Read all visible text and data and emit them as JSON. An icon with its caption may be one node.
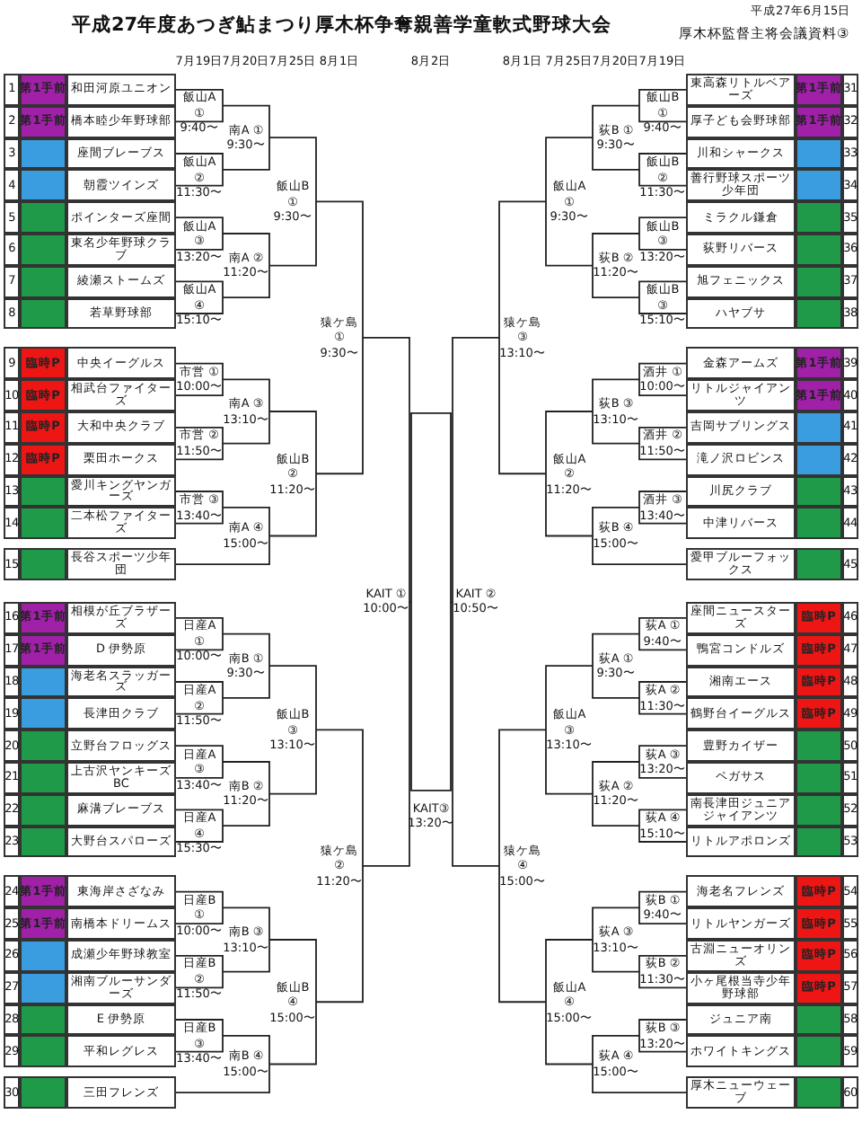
{
  "diagram": {
    "title": "平成27年度あつぎ鮎まつり厚木杯争奪親善学童軟式野球大会",
    "labels": [
      "平成27年6月15日",
      "厚木杯監督主将会議資料③",
      "7月19日",
      "7月20日",
      "7月25日",
      "8月1日",
      "8月2日",
      "8月1日",
      "7月25日",
      "7月20日",
      "7月19日",
      "1",
      "第1手前",
      "和田河原ユニオン",
      "2",
      "第1手前",
      "橋本睦少年野球部",
      "3",
      "座間ブレーブス",
      "4",
      "朝霞ツインズ",
      "5",
      "ポインターズ座間",
      "6",
      "東名少年野球クラブ",
      "7",
      "綾瀬ストームズ",
      "8",
      "若草野球部",
      "9",
      "臨時P",
      "中央イーグルス",
      "10",
      "臨時P",
      "相武台ファイターズ",
      "11",
      "臨時P",
      "大和中央クラブ",
      "12",
      "臨時P",
      "栗田ホークス",
      "13",
      "愛川キングヤンガーズ",
      "14",
      "二本松ファイターズ",
      "15",
      "長谷スポーツ少年団",
      "16",
      "第1手前",
      "相模が丘ブラザーズ",
      "17",
      "第1手前",
      "D 伊勢原",
      "18",
      "海老名スラッガーズ",
      "19",
      "長津田クラブ",
      "20",
      "立野台フロッグス",
      "21",
      "上古沢ヤンキーズBC",
      "22",
      "麻溝ブレーブス",
      "23",
      "大野台スパローズ",
      "24",
      "第1手前",
      "東海岸さざなみ",
      "25",
      "第1手前",
      "南橋本ドリームス",
      "26",
      "成瀬少年野球教室",
      "27",
      "湘南ブルーサンダーズ",
      "28",
      "E 伊勢原",
      "29",
      "平和レグレス",
      "30",
      "三田フレンズ",
      "東高森リトルベアーズ",
      "第1手前",
      "31",
      "厚子ども会野球部",
      "第1手前",
      "32",
      "川和シャークス",
      "33",
      "善行野球スポーツ少年団",
      "34",
      "ミラクル鎌倉",
      "35",
      "荻野リバース",
      "36",
      "旭フェニックス",
      "37",
      "ハヤブサ",
      "38",
      "金森アームズ",
      "第1手前",
      "39",
      "リトルジャイアンツ",
      "第1手前",
      "40",
      "吉岡サブリングス",
      "41",
      "滝ノ沢ロビンス",
      "42",
      "川尻クラブ",
      "43",
      "中津リバース",
      "44",
      "愛甲ブルーフォックス",
      "45",
      "座間ニュースターズ",
      "臨時P",
      "46",
      "鴨宮コンドルズ",
      "臨時P",
      "47",
      "湘南エース",
      "臨時P",
      "48",
      "鶴野台イーグルス",
      "臨時P",
      "49",
      "豊野カイザー",
      "50",
      "ペガサス",
      "51",
      "南長津田ジュニアジャイアンツ",
      "52",
      "リトルアポロンズ",
      "53",
      "海老名フレンズ",
      "臨時P",
      "54",
      "リトルヤンガーズ",
      "臨時P",
      "55",
      "古淵ニューオリンズ",
      "臨時P",
      "56",
      "小ヶ尾根当寺少年野球部",
      "臨時P",
      "57",
      "ジュニア南",
      "58",
      "ホワイトキングス",
      "59",
      "厚木ニューウェーブ",
      "60",
      "飯山A ① 9:40〜",
      "飯山A ② 11:30〜",
      "飯山A ③ 13:20〜",
      "飯山A ④ 15:10〜",
      "南A ① 9:30〜",
      "南A ② 11:20〜",
      "飯山B ① 9:30〜",
      "市営 ① 10:00〜",
      "市営 ② 11:50〜",
      "市営 ③ 13:40〜",
      "南A ③ 13:10〜",
      "南A ④ 15:00〜",
      "飯山B ② 11:20〜",
      "日産A ① 10:00〜",
      "日産A ② 11:50〜",
      "日産A ③ 13:40〜",
      "日産A ④ 15:30〜",
      "南B ① 9:30〜",
      "南B ② 11:20〜",
      "飯山B ③ 13:10〜",
      "日産B ① 10:00〜",
      "日産B ② 11:50〜",
      "日産B ③ 13:40〜",
      "南B ③ 13:10〜",
      "南B ④ 15:00〜",
      "飯山B ④ 15:00〜",
      "猿ケ島 ① 9:30〜",
      "猿ケ島 ② 11:20〜",
      "KAIT ① 10:00〜",
      "飯山B ① 9:40〜",
      "飯山B ② 11:30〜",
      "飯山B ③ 13:20〜",
      "飯山B ③ 15:10〜",
      "荻B ① 9:30〜",
      "荻B ② 11:20〜",
      "飯山A ① 9:30〜",
      "酒井 ① 10:00〜",
      "酒井 ② 11:50〜",
      "酒井 ③ 13:40〜",
      "荻B ③ 13:10〜",
      "荻B ④ 15:00〜",
      "飯山A ② 11:20〜",
      "荻A ① 9:40〜",
      "荻A ② 11:30〜",
      "荻A ③ 13:20〜",
      "荻A ④ 15:10〜",
      "荻A ① 9:30〜",
      "荻A ② 11:20〜",
      "飯山A ③ 13:10〜",
      "荻B ① 9:40〜",
      "荻B ② 11:30〜",
      "荻B ③ 13:20〜",
      "荻A ③ 13:10〜",
      "荻A ④ 15:00〜",
      "飯山A ④ 15:00〜",
      "猿ケ島 ③ 13:10〜",
      "猿ケ島 ④ 15:00〜",
      "KAIT ② 10:50〜",
      "KAIT③ 13:20〜"
    ]
  }
}
